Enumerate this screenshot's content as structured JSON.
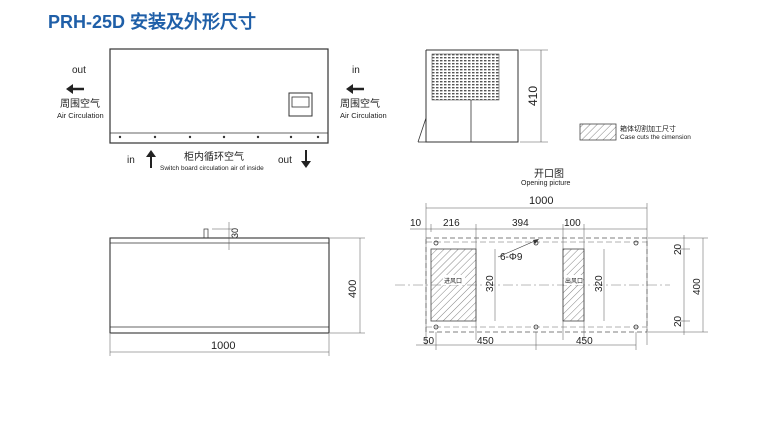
{
  "title": "PRH-25D 安装及外形尺寸",
  "top_view": {
    "out_label": "out",
    "in_label": "in",
    "left_air_cn": "周围空气",
    "left_air_en": "Air Circulation",
    "right_air_cn": "周围空气",
    "right_air_en": "Air Circulation",
    "bottom_in": "in",
    "bottom_out": "out",
    "inside_cn": "柜内循环空气",
    "inside_en": "Switch board circulation air of inside"
  },
  "side_view": {
    "height": "410"
  },
  "legend": {
    "cn": "箱体切割加工尺寸",
    "en": "Case cuts the cimension"
  },
  "front_view": {
    "dim_30": "30",
    "dim_400": "400",
    "dim_1000": "1000"
  },
  "opening": {
    "title_cn": "开口图",
    "title_en": "Opening picture",
    "dim_1000": "1000",
    "dim_10": "10",
    "dim_216": "216",
    "dim_394": "394",
    "dim_100": "100",
    "holes": "6-Φ9",
    "inlet_label": "进风口",
    "outlet_label": "出风口",
    "dim_320_left": "320",
    "dim_320_right": "320",
    "dim_20_top": "20",
    "dim_20_bottom": "20",
    "dim_400": "400",
    "dim_50": "50",
    "dim_450_left": "450",
    "dim_450_right": "450"
  }
}
